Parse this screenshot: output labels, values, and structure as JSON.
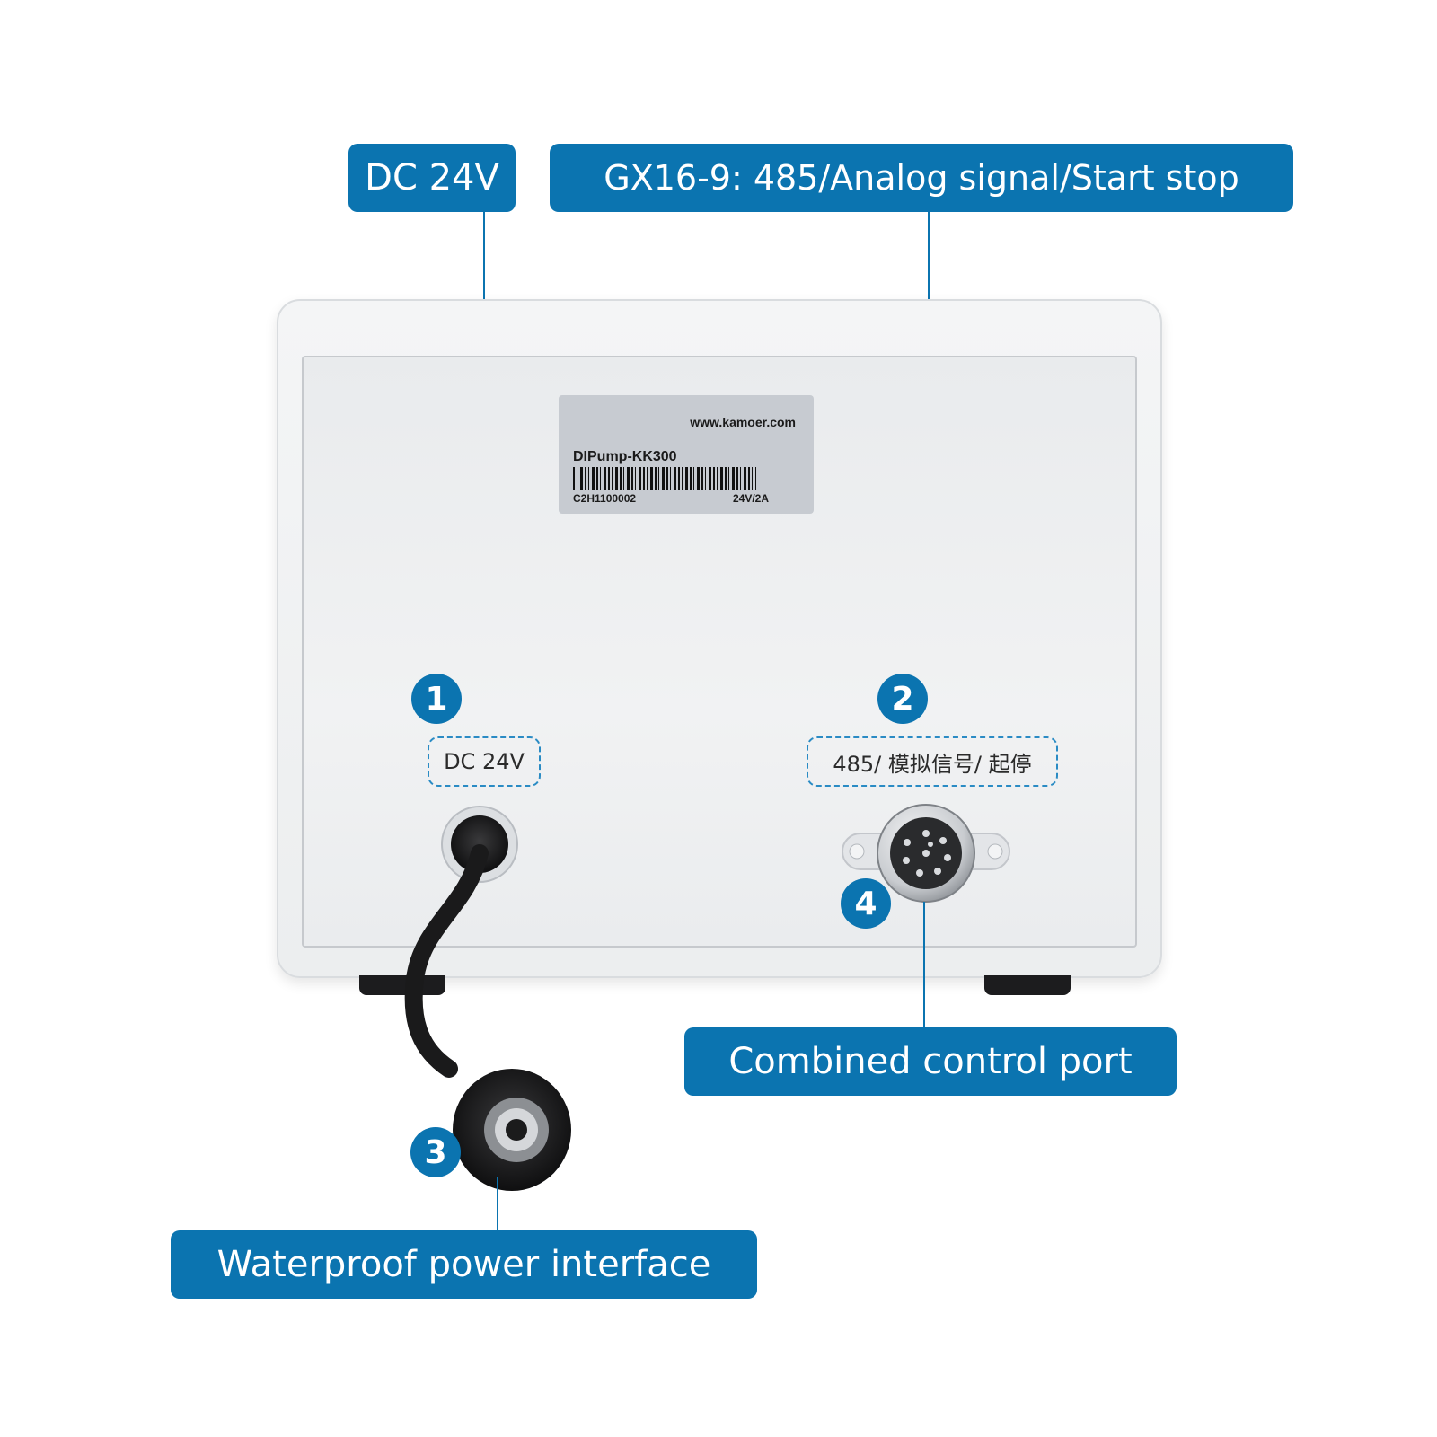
{
  "callouts": {
    "dc_power": "DC 24V",
    "control_connector": "GX16-9: 485/Analog signal/Start stop",
    "combined_port": "Combined control port",
    "waterproof_power": "Waterproof power interface"
  },
  "device_label": {
    "url": "www.kamoer.com",
    "model": "DIPump-KK300",
    "serial": "C2H1100002",
    "rating": "24V/2A"
  },
  "panel_tags": {
    "dc_tag": "DC 24V",
    "control_tag": "485/ 模拟信号/ 起停"
  },
  "badges": [
    "1",
    "2",
    "3",
    "4"
  ],
  "colors": {
    "accent": "#0b74b0",
    "dashed_border": "#2a8bc4"
  }
}
